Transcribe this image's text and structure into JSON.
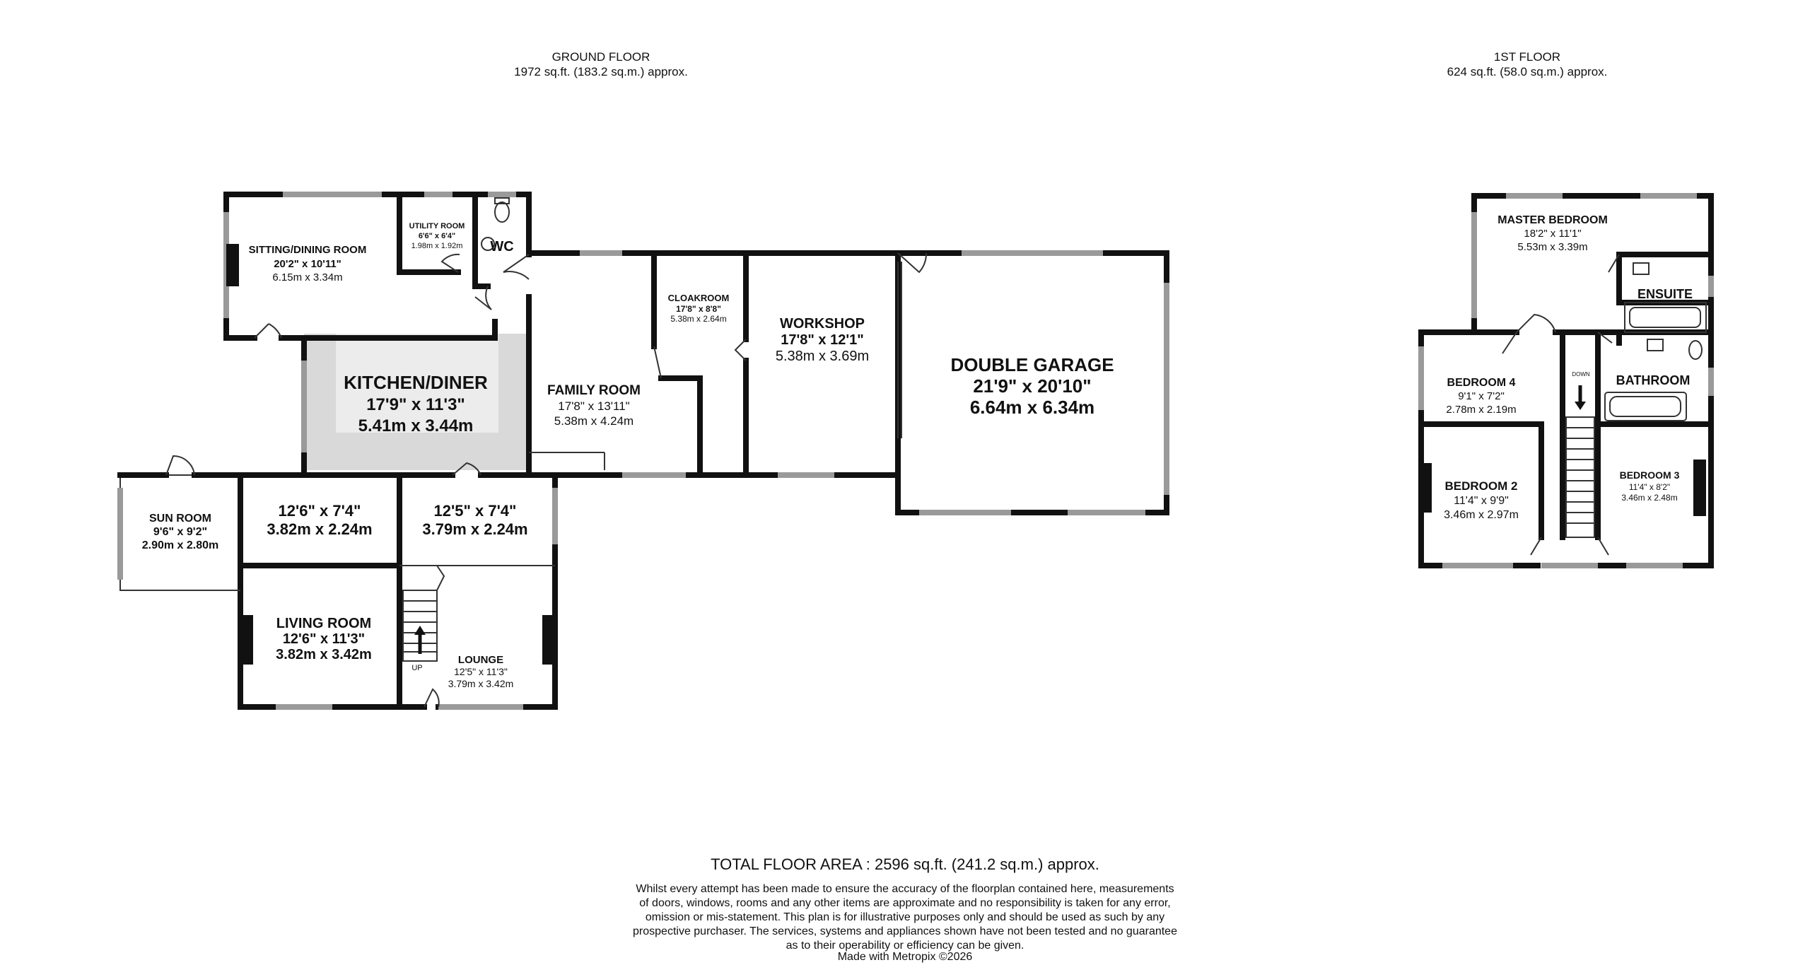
{
  "ground_floor": {
    "title": "GROUND FLOOR",
    "area": "1972 sq.ft. (183.2 sq.m.) approx."
  },
  "first_floor": {
    "title": "1ST FLOOR",
    "area": "624 sq.ft. (58.0 sq.m.) approx."
  },
  "rooms": {
    "sitting": {
      "name": "SITTING/DINING ROOM",
      "imp": "20'2\" x 10'11\"",
      "met": "6.15m x 3.34m"
    },
    "utility": {
      "name": "UTILITY ROOM",
      "imp": "6'6\" x 6'4\"",
      "met": "1.98m x 1.92m"
    },
    "wc": {
      "name": "WC"
    },
    "kitchen": {
      "name": "KITCHEN/DINER",
      "imp": "17'9\" x 11'3\"",
      "met": "5.41m x 3.44m"
    },
    "family": {
      "name": "FAMILY ROOM",
      "imp": "17'8\" x 13'11\"",
      "met": "5.38m x 4.24m"
    },
    "cloak": {
      "name": "CLOAKROOM",
      "imp": "17'8\" x 8'8\"",
      "met": "5.38m x 2.64m"
    },
    "workshop": {
      "name": "WORKSHOP",
      "imp": "17'8\" x 12'1\"",
      "met": "5.38m x 3.69m"
    },
    "garage": {
      "name": "DOUBLE GARAGE",
      "imp": "21'9\" x 20'10\"",
      "met": "6.64m x 6.34m"
    },
    "sun": {
      "name": "SUN ROOM",
      "imp": "9'6\" x 9'2\"",
      "met": "2.90m x 2.80m"
    },
    "hall_left": {
      "imp": "12'6\" x 7'4\"",
      "met": "3.82m x 2.24m"
    },
    "hall_right": {
      "imp": "12'5\" x 7'4\"",
      "met": "3.79m x 2.24m"
    },
    "living": {
      "name": "LIVING ROOM",
      "imp": "12'6\" x 11'3\"",
      "met": "3.82m x 3.42m"
    },
    "lounge": {
      "name": "LOUNGE",
      "imp": "12'5\" x 11'3\"",
      "met": "3.79m x 3.42m"
    },
    "master": {
      "name": "MASTER BEDROOM",
      "imp": "18'2\" x 11'1\"",
      "met": "5.53m x 3.39m"
    },
    "ensuite": {
      "name": "ENSUITE"
    },
    "bed4": {
      "name": "BEDROOM 4",
      "imp": "9'1\" x 7'2\"",
      "met": "2.78m x 2.19m"
    },
    "bathroom": {
      "name": "BATHROOM"
    },
    "bed2": {
      "name": "BEDROOM 2",
      "imp": "11'4\" x 9'9\"",
      "met": "3.46m x 2.97m"
    },
    "bed3": {
      "name": "BEDROOM 3",
      "imp": "11'4\" x 8'2\"",
      "met": "3.46m x 2.48m"
    }
  },
  "stairs": {
    "up": "UP",
    "down": "DOWN"
  },
  "total": "TOTAL FLOOR AREA : 2596 sq.ft. (241.2 sq.m.) approx.",
  "disclaimer": [
    "Whilst every attempt has been made to ensure the accuracy of the floorplan contained here, measurements",
    "of doors, windows, rooms and any other items are approximate and no responsibility is taken for any error,",
    "omission or mis-statement. This plan is for illustrative purposes only and should be used as such by any",
    "prospective purchaser. The services, systems and appliances shown have not been tested and no guarantee",
    "as to their operability or efficiency can be given."
  ],
  "credit": "Made with Metropix ©2026"
}
